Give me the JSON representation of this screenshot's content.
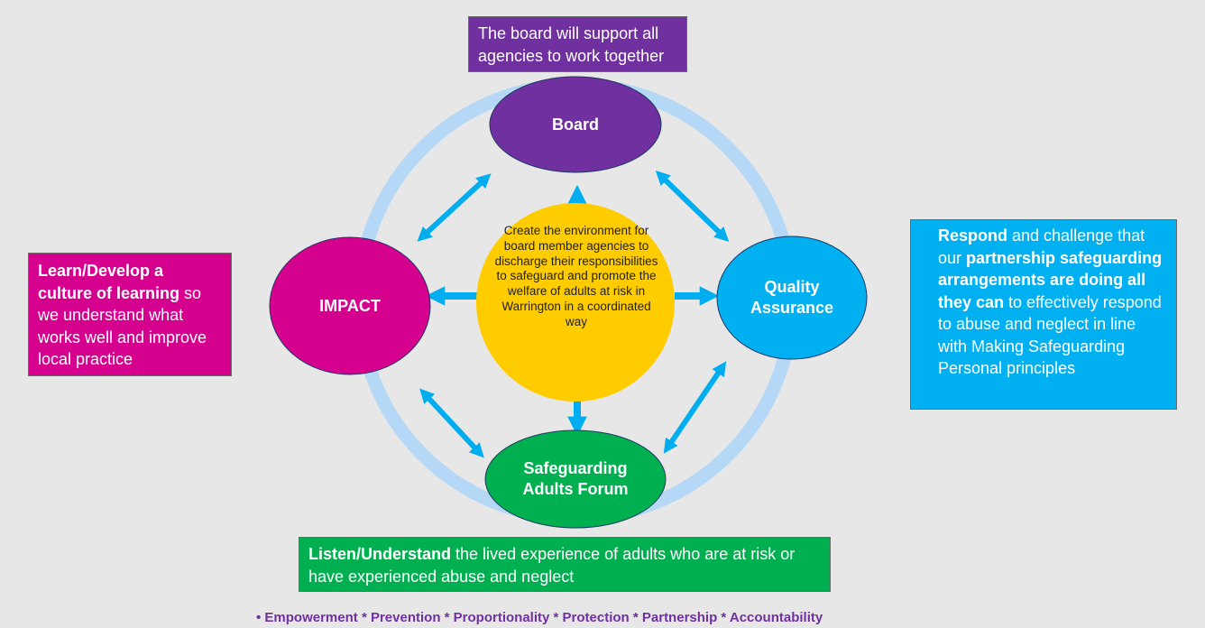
{
  "nodes": {
    "board": "Board",
    "impact": "IMPACT",
    "quality": "Quality\nAssurance",
    "forum": "Safeguarding\nAdults Forum"
  },
  "center_text": "Create the environment for board member agencies to discharge their responsibilities to safeguard and promote the welfare of adults at risk in Warrington in a coordinated way",
  "boxes": {
    "top": {
      "text": "The board will support all agencies to work together"
    },
    "left": {
      "bold": "Learn/Develop a culture of learning",
      "text": " so we understand what works well and improve local practice"
    },
    "right": {
      "bold1": "Respond",
      "text1": " and challenge that our ",
      "bold2": "partnership safeguarding arrangements  are doing all they can",
      "text2": " to effectively respond to abuse and neglect in line with Making Safeguarding Personal principles"
    },
    "bottom": {
      "bold": "Listen/Understand",
      "text": " the lived experience of adults who are at risk or have experienced abuse and neglect"
    }
  },
  "principles": [
    "•  Empowerment",
    "  * Prevention",
    "  *  Proportionality",
    "  *  Protection",
    "  *   Partnership",
    "  *  Accountability"
  ],
  "colors": {
    "board": "#7030a0",
    "impact": "#d6008e",
    "quality": "#00b0f0",
    "forum": "#00b050",
    "center": "#ffcc00",
    "ring": "#b4d8f6",
    "arrow": "#00aeef"
  }
}
